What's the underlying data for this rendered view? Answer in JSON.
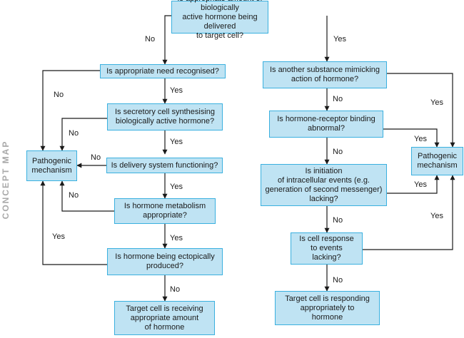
{
  "side_title": "CONCEPT MAP",
  "nodes": {
    "q_delivered": "Is appropriate amount of biologically\nactive hormone being delivered\nto target cell?",
    "q_need": "Is appropriate need recognised?",
    "q_synth": "Is secretory cell synthesising\nbiologically active hormone?",
    "q_delivery": "Is delivery system functioning?",
    "q_metab": "Is hormone metabolism\nappropriate?",
    "q_ectopic": "Is hormone being ectopically\nproduced?",
    "target_receiving": "Target cell is receiving\nappropriate amount\nof hormone",
    "pathogenic_left": "Pathogenic\nmechanism",
    "q_mimic": "Is another substance mimicking\naction of hormone?",
    "q_binding": "Is hormone-receptor binding\nabnormal?",
    "q_initiation": "Is initiation\nof intracellular events (e.g.\ngeneration of second messenger)\nlacking?",
    "q_response": "Is cell response\nto events\nlacking?",
    "target_responding": "Target cell is responding\nappropriately to\nhormone",
    "pathogenic_right": "Pathogenic\nmechanism"
  },
  "edge_labels": {
    "top_no": "No",
    "top_yes": "Yes",
    "need_no": "No",
    "need_yes": "Yes",
    "synth_no": "No",
    "synth_yes": "Yes",
    "delivery_no": "No",
    "delivery_yes": "Yes",
    "metab_no": "No",
    "metab_yes": "Yes",
    "ectopic_yes": "Yes",
    "ectopic_no": "No",
    "mimic_yes": "Yes",
    "mimic_no": "No",
    "binding_yes": "Yes",
    "binding_no": "No",
    "initiation_yes": "Yes",
    "initiation_no": "No",
    "response_yes": "Yes",
    "response_no": "No"
  },
  "colors": {
    "box_fill": "#bfe3f3",
    "box_border": "#3ab0df",
    "connector": "#1a1a1a",
    "side_title": "#a9a9a9"
  }
}
